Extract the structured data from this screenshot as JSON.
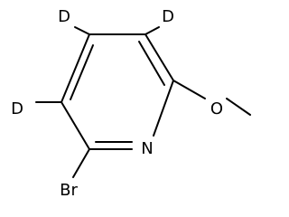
{
  "molecule": {
    "atoms": {
      "d_top_left": "D",
      "d_top_right": "D",
      "d_left": "D",
      "nitrogen": "N",
      "bromine": "Br",
      "oxygen": "O"
    },
    "colors": {
      "ink": "#000000",
      "background": "#ffffff"
    }
  }
}
